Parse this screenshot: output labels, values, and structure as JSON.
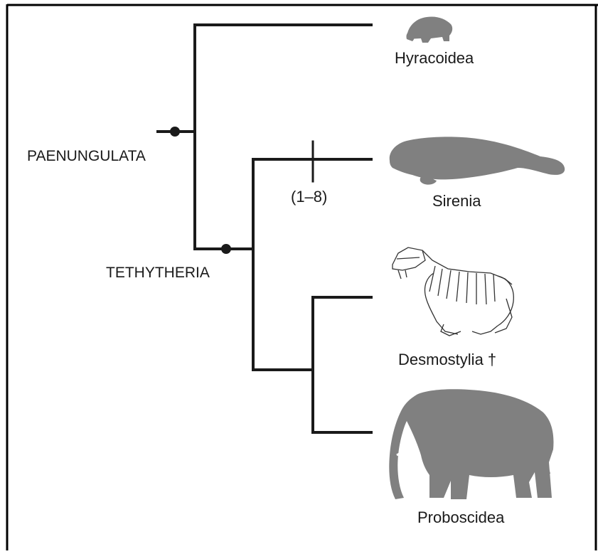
{
  "taxa": {
    "hyracoidea": {
      "label": "Hyracoidea",
      "icon": "hyrax-silhouette"
    },
    "sirenia": {
      "label": "Sirenia",
      "icon": "manatee-silhouette"
    },
    "desmostylia": {
      "label": "Desmostylia †",
      "icon": "desmostylian-skeleton",
      "extinct": true
    },
    "proboscidea": {
      "label": "Proboscidea",
      "icon": "elephant-silhouette"
    }
  },
  "clades": {
    "paenungulata": {
      "label": "PAENUNGULATA"
    },
    "tethytheria": {
      "label": "TETHYTHERIA"
    }
  },
  "characters": {
    "sirenia_branch": {
      "label": "(1–8)"
    }
  },
  "colors": {
    "line": "#1a1a1a",
    "silhouette": "#808080",
    "background": "#ffffff"
  }
}
